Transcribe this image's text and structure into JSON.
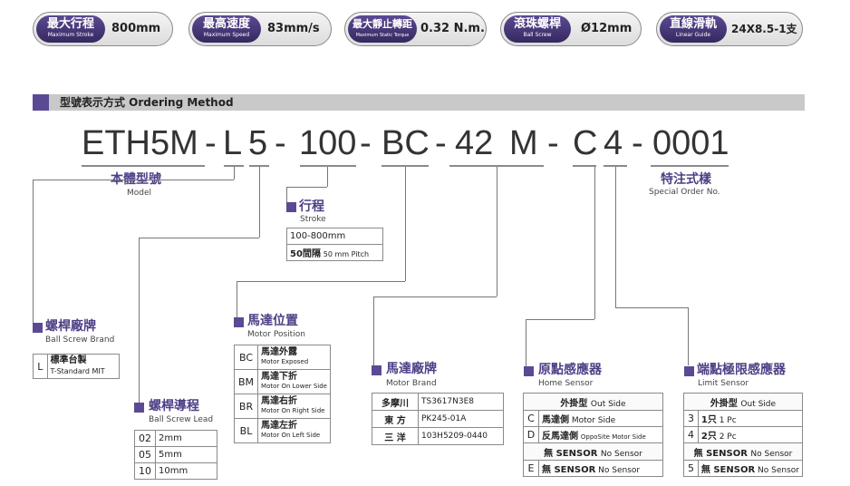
{
  "specs": [
    {
      "zh": "最大行程",
      "en": "Maximum Stroke",
      "value": "800mm"
    },
    {
      "zh": "最高速度",
      "en": "Maximum Speed",
      "value": "83mm/s"
    },
    {
      "zh": "最大靜止轉距",
      "en": "Maximum Static Torque",
      "value": "0.32 N.m."
    },
    {
      "zh": "滾珠螺桿",
      "en": "Ball Screw",
      "value": "Ø12mm"
    },
    {
      "zh": "直線滑軌",
      "en": "Linear Guide",
      "value": "24X8.5-1支"
    }
  ],
  "section_title": "型號表示方式 Ordering Method",
  "model_code": [
    "ETH5M",
    "-",
    "L",
    "5",
    "-",
    "100",
    "-",
    "BC",
    "-",
    "42",
    "M",
    "-",
    "C",
    "4",
    "-",
    "0001"
  ],
  "model": {
    "zh": "本體型號",
    "en": "Model"
  },
  "special": {
    "zh": "特注式樣",
    "en": "Special Order No."
  },
  "stroke": {
    "zh": "行程",
    "en": "Stroke",
    "rows": [
      {
        "a": "100-800mm",
        "b": ""
      },
      {
        "a": "50間隔",
        "b": "50 mm Pitch"
      }
    ]
  },
  "brand": {
    "zh": "螺桿廠牌",
    "en": "Ball Screw Brand",
    "rows": [
      {
        "k": "L",
        "zh": "標準台製",
        "en": "T-Standard MIT"
      }
    ]
  },
  "lead": {
    "zh": "螺桿導程",
    "en": "Ball Screw Lead",
    "rows": [
      {
        "k": "02",
        "v": "2mm"
      },
      {
        "k": "05",
        "v": "5mm"
      },
      {
        "k": "10",
        "v": "10mm"
      }
    ]
  },
  "motor_pos": {
    "zh": "馬達位置",
    "en": "Motor Position",
    "rows": [
      {
        "k": "BC",
        "zh": "馬達外露",
        "en": "Motor Exposed"
      },
      {
        "k": "BM",
        "zh": "馬達下折",
        "en": "Motor On Lower Side"
      },
      {
        "k": "BR",
        "zh": "馬達右折",
        "en": "Motor On Right Side"
      },
      {
        "k": "BL",
        "zh": "馬達左折",
        "en": "Motor On Left Side"
      }
    ]
  },
  "motor_brand": {
    "zh": "馬達廠牌",
    "en": "Motor Brand",
    "rows": [
      {
        "k": "多摩川",
        "v": "TS3617N3E8"
      },
      {
        "k": "東 方",
        "v": "PK245-01A"
      },
      {
        "k": "三 洋",
        "v": "103H5209-0440"
      }
    ]
  },
  "home": {
    "zh": "原點感應器",
    "en": "Home Sensor",
    "header_zh": "外掛型",
    "header_en": "Out Side",
    "rows": [
      {
        "k": "C",
        "zh": "馬達側",
        "en": "Motor Side"
      },
      {
        "k": "D",
        "zh": "反馬達側",
        "en": "OppoSite Motor Side"
      }
    ],
    "none_zh": "無 SENSOR",
    "none_en": "No Sensor",
    "last": {
      "k": "E",
      "zh": "無 SENSOR",
      "en": "No Sensor"
    }
  },
  "limit": {
    "zh": "端點極限感應器",
    "en": "Limit Sensor",
    "header_zh": "外掛型",
    "header_en": "Out Side",
    "rows": [
      {
        "k": "3",
        "zh": "1只",
        "en": "1 Pc"
      },
      {
        "k": "4",
        "zh": "2只",
        "en": "2 Pc"
      }
    ],
    "none_zh": "無 SENSOR",
    "none_en": "No Sensor",
    "last": {
      "k": "5",
      "zh": "無 SENSOR",
      "en": "No Sensor"
    }
  }
}
